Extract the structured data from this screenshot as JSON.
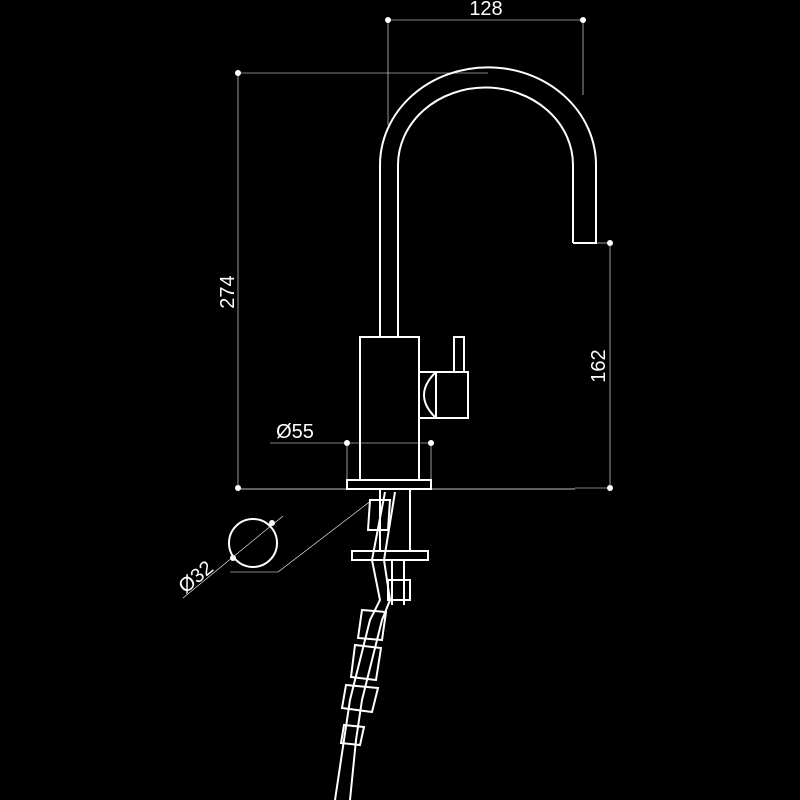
{
  "colors": {
    "background": "#000000",
    "line": "#ffffff"
  },
  "dimensions": {
    "spout_reach": "128",
    "overall_height": "274",
    "spout_height": "162",
    "base_diameter": "Ø55",
    "hole_diameter": "Ø32"
  }
}
